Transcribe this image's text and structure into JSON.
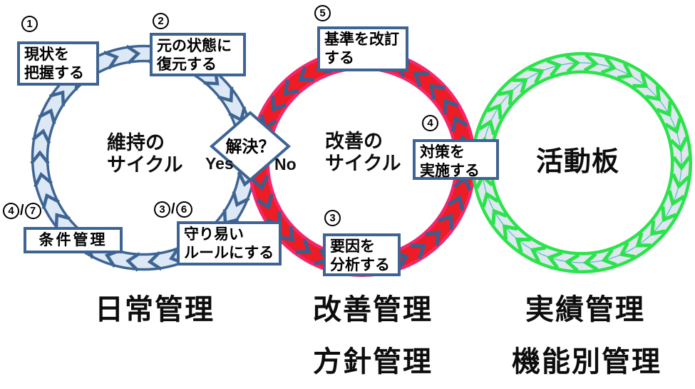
{
  "colors": {
    "box_border": "#3d6493",
    "text": "#0d0d0d"
  },
  "cycles": {
    "maintenance": {
      "line1": "維持の",
      "line2": "サイクル",
      "edge_color": "#3d6493",
      "band_color": "#dce8f5",
      "chevron_color": "#3d6493",
      "direction": "clockwise"
    },
    "improvement": {
      "line1": "改善の",
      "line2": "サイクル",
      "edge_color": "#f5256b",
      "band_color": "#ee1c25",
      "chevron_color": "#3a5f8f",
      "direction": "counterclockwise"
    },
    "activity": {
      "label": "活動板",
      "edge_color": "#2be34b",
      "band_color": "#dfe7ef",
      "chevron_color": "#2be34b",
      "midline_color": "#55b8c4",
      "direction": "clockwise"
    }
  },
  "decision": {
    "label": "解決？",
    "yes_label": "Yes",
    "no_label": "No"
  },
  "steps": [
    {
      "number": "①",
      "line1": "現状を",
      "line2": "把握する"
    },
    {
      "number": "②",
      "line1": "元の状態に",
      "line2": "復元する"
    },
    {
      "number": "⑤",
      "line1": "基準を改訂",
      "line2": "する"
    },
    {
      "number": "④",
      "line1": "対策を",
      "line2": "実施する"
    },
    {
      "number": "③",
      "line1": "要因を",
      "line2": "分析する"
    },
    {
      "number": "③/⑥",
      "line1": "守り易い",
      "line2": "ルールにする"
    },
    {
      "number": "④/⑦",
      "line1": "条件管理",
      "line2": ""
    }
  ],
  "management_labels": {
    "row1": [
      "日常管理",
      "改善管理",
      "実績管理"
    ],
    "row2": [
      "方針管理",
      "機能別管理"
    ]
  }
}
